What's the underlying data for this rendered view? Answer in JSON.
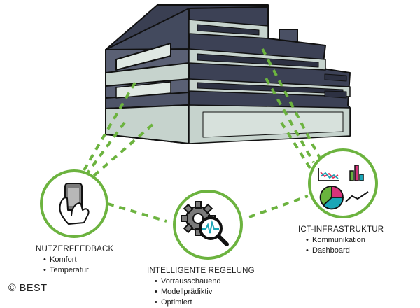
{
  "nodes": {
    "user_feedback": {
      "title": "NUTZERFEEDBACK",
      "items": [
        "Komfort",
        "Temperatur"
      ]
    },
    "intelligent_control": {
      "title": "INTELLIGENTE REGELUNG",
      "items": [
        "Vorrausschauend",
        "Modellprädiktiv",
        "Optimiert"
      ]
    },
    "ict_infrastructure": {
      "title": "ICT-INFRASTRUKTUR",
      "items": [
        "Kommunikation",
        "Dashboard"
      ]
    }
  },
  "copyright": "© BEST",
  "colors": {
    "accent_green": "#6cb33f",
    "building_dark": "#3c4155",
    "building_mid": "#5a6074",
    "glass": "#c6d3cd",
    "glass_light": "#dfe8e3",
    "outline": "#111111",
    "chart_red": "#e0305a",
    "chart_pink": "#d8337a",
    "chart_green": "#69b33d",
    "chart_teal": "#1aa6b7"
  },
  "icons": {
    "user_feedback": "hand-holding-smartphone-icon",
    "intelligent_control": "gear-with-magnifier-icon",
    "ict_infrastructure": "charts-dashboard-icon"
  }
}
